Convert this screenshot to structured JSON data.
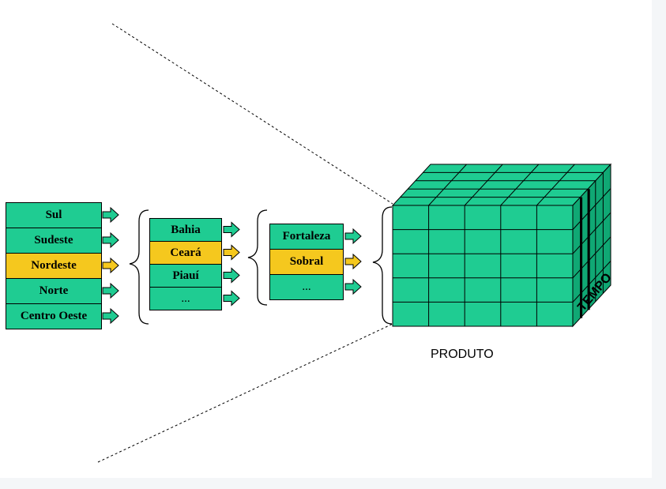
{
  "regions": [
    "Sul",
    "Sudeste",
    "Nordeste",
    "Norte",
    "Centro Oeste"
  ],
  "selected_region": "Nordeste",
  "states": [
    "Bahia",
    "Ceará",
    "Piauí",
    "..."
  ],
  "selected_state": "Ceará",
  "cities": [
    "Fortaleza",
    "Sobral",
    "..."
  ],
  "selected_city": "Sobral",
  "cube": {
    "x_axis_label": "PRODUTO",
    "depth_axis_label": "TEMPO",
    "columns": 5,
    "rows": 5
  },
  "colors": {
    "cell": "#1fcc92",
    "selected": "#f5c81e",
    "outline": "#000000",
    "cube_front": "#1fcc92",
    "cube_top": "#1fcc92",
    "cube_side": "#10a874"
  }
}
